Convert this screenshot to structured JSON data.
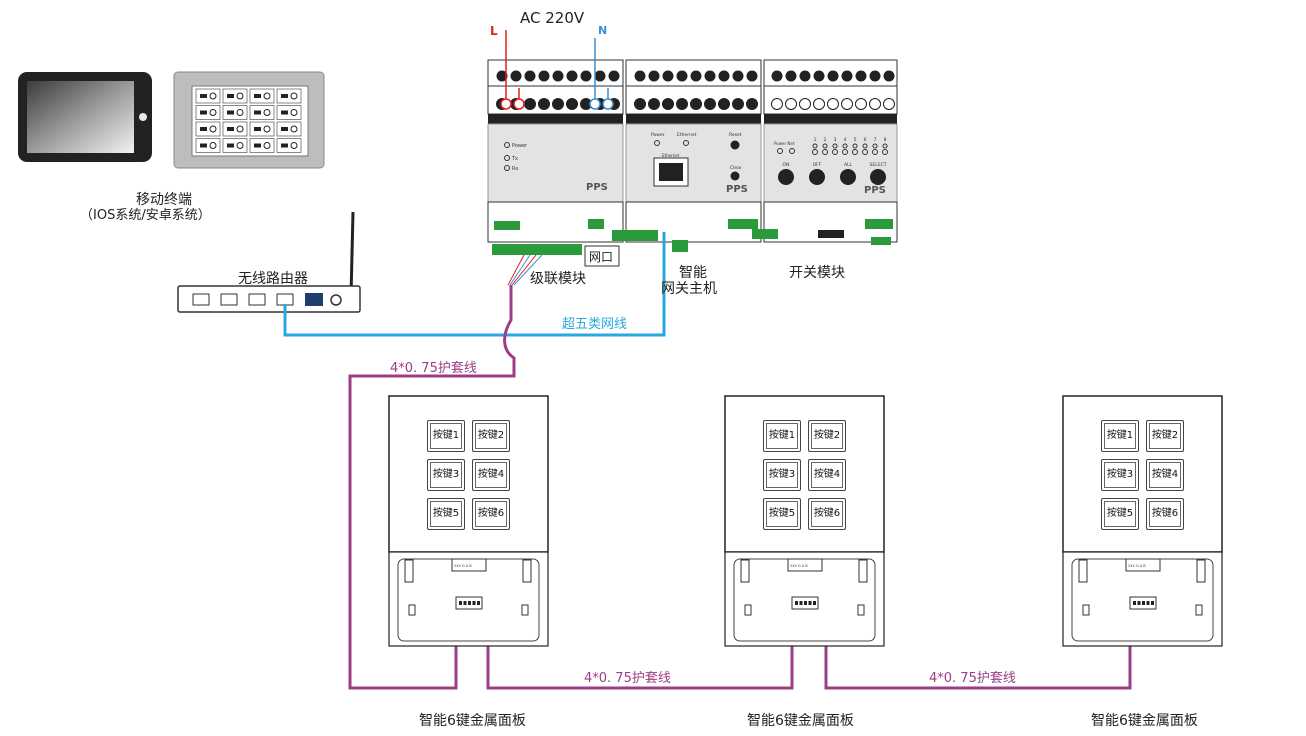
{
  "header": {
    "power": "AC 220V",
    "L": "L",
    "N": "N"
  },
  "devices": {
    "mobile_caption_1": "移动终端",
    "mobile_caption_2": "（IOS系统/安卓系统）",
    "router_caption": "无线路由器",
    "cascade_caption": "级联模块",
    "port_label": "网口",
    "gateway_caption_1": "智能",
    "gateway_caption_2": "网关主机",
    "switch_caption": "开关模块",
    "brand": "PPS"
  },
  "module_labels": {
    "power": "Power",
    "tx": "Tx",
    "rx": "Rx",
    "gw_power": "Power",
    "gw_ethernet": "Ethernet",
    "gw_reset": "Reset",
    "gw_port": "Ethernet",
    "gw_clear": "Clear",
    "sw_power": "Power",
    "sw_net": "Net",
    "sw_on": "ON",
    "sw_off": "OFF",
    "sw_all": "ALL",
    "sw_select": "SELECT",
    "channels": [
      "1",
      "2",
      "3",
      "4",
      "5",
      "6",
      "7",
      "8"
    ]
  },
  "cables": {
    "cat5": "超五类网线",
    "sheathed_1": "4*0. 75护套线",
    "sheathed_2": "4*0. 75护套线",
    "sheathed_3": "4*0. 75护套线"
  },
  "panel": {
    "caption_1": "智能6键金属面板",
    "caption_2": "智能6键金属面板",
    "caption_3": "智能6键金属面板",
    "keys": [
      "按键1",
      "按键2",
      "按键3",
      "按键4",
      "按键5",
      "按键6"
    ],
    "terminal": "24V  G  A  B"
  },
  "colors": {
    "cable_blue": "#29a8df",
    "cable_purple": "#9c3d87",
    "live_red": "#e02020",
    "neutral_blue": "#3a8fd6"
  }
}
